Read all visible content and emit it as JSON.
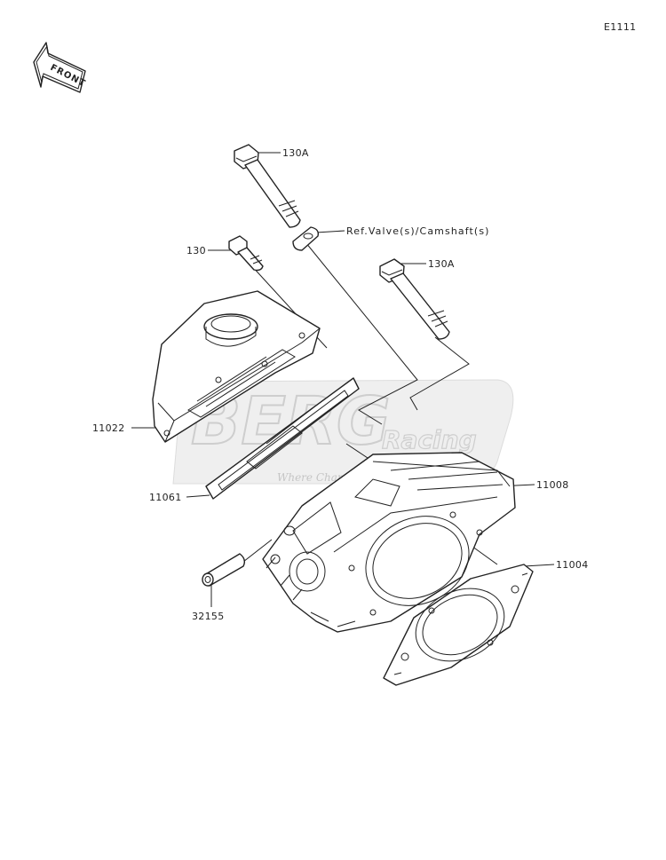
{
  "page_code": "E1111",
  "front_badge": "FRONT",
  "watermark": {
    "brand": "BERG",
    "brand_sub": "Racing",
    "tagline": "Where Champions..."
  },
  "callouts": {
    "bolt_upper": "130A",
    "ref_note": "Ref.Valve(s)/Camshaft(s)",
    "bolt_small": "130",
    "bolt_right": "130A",
    "cover": "11022",
    "cover_gasket": "11061",
    "cylinder_head": "11008",
    "head_gasket": "11004",
    "dowel_pin": "32155"
  },
  "icons": {
    "front_arrow": "front-arrow-icon"
  }
}
